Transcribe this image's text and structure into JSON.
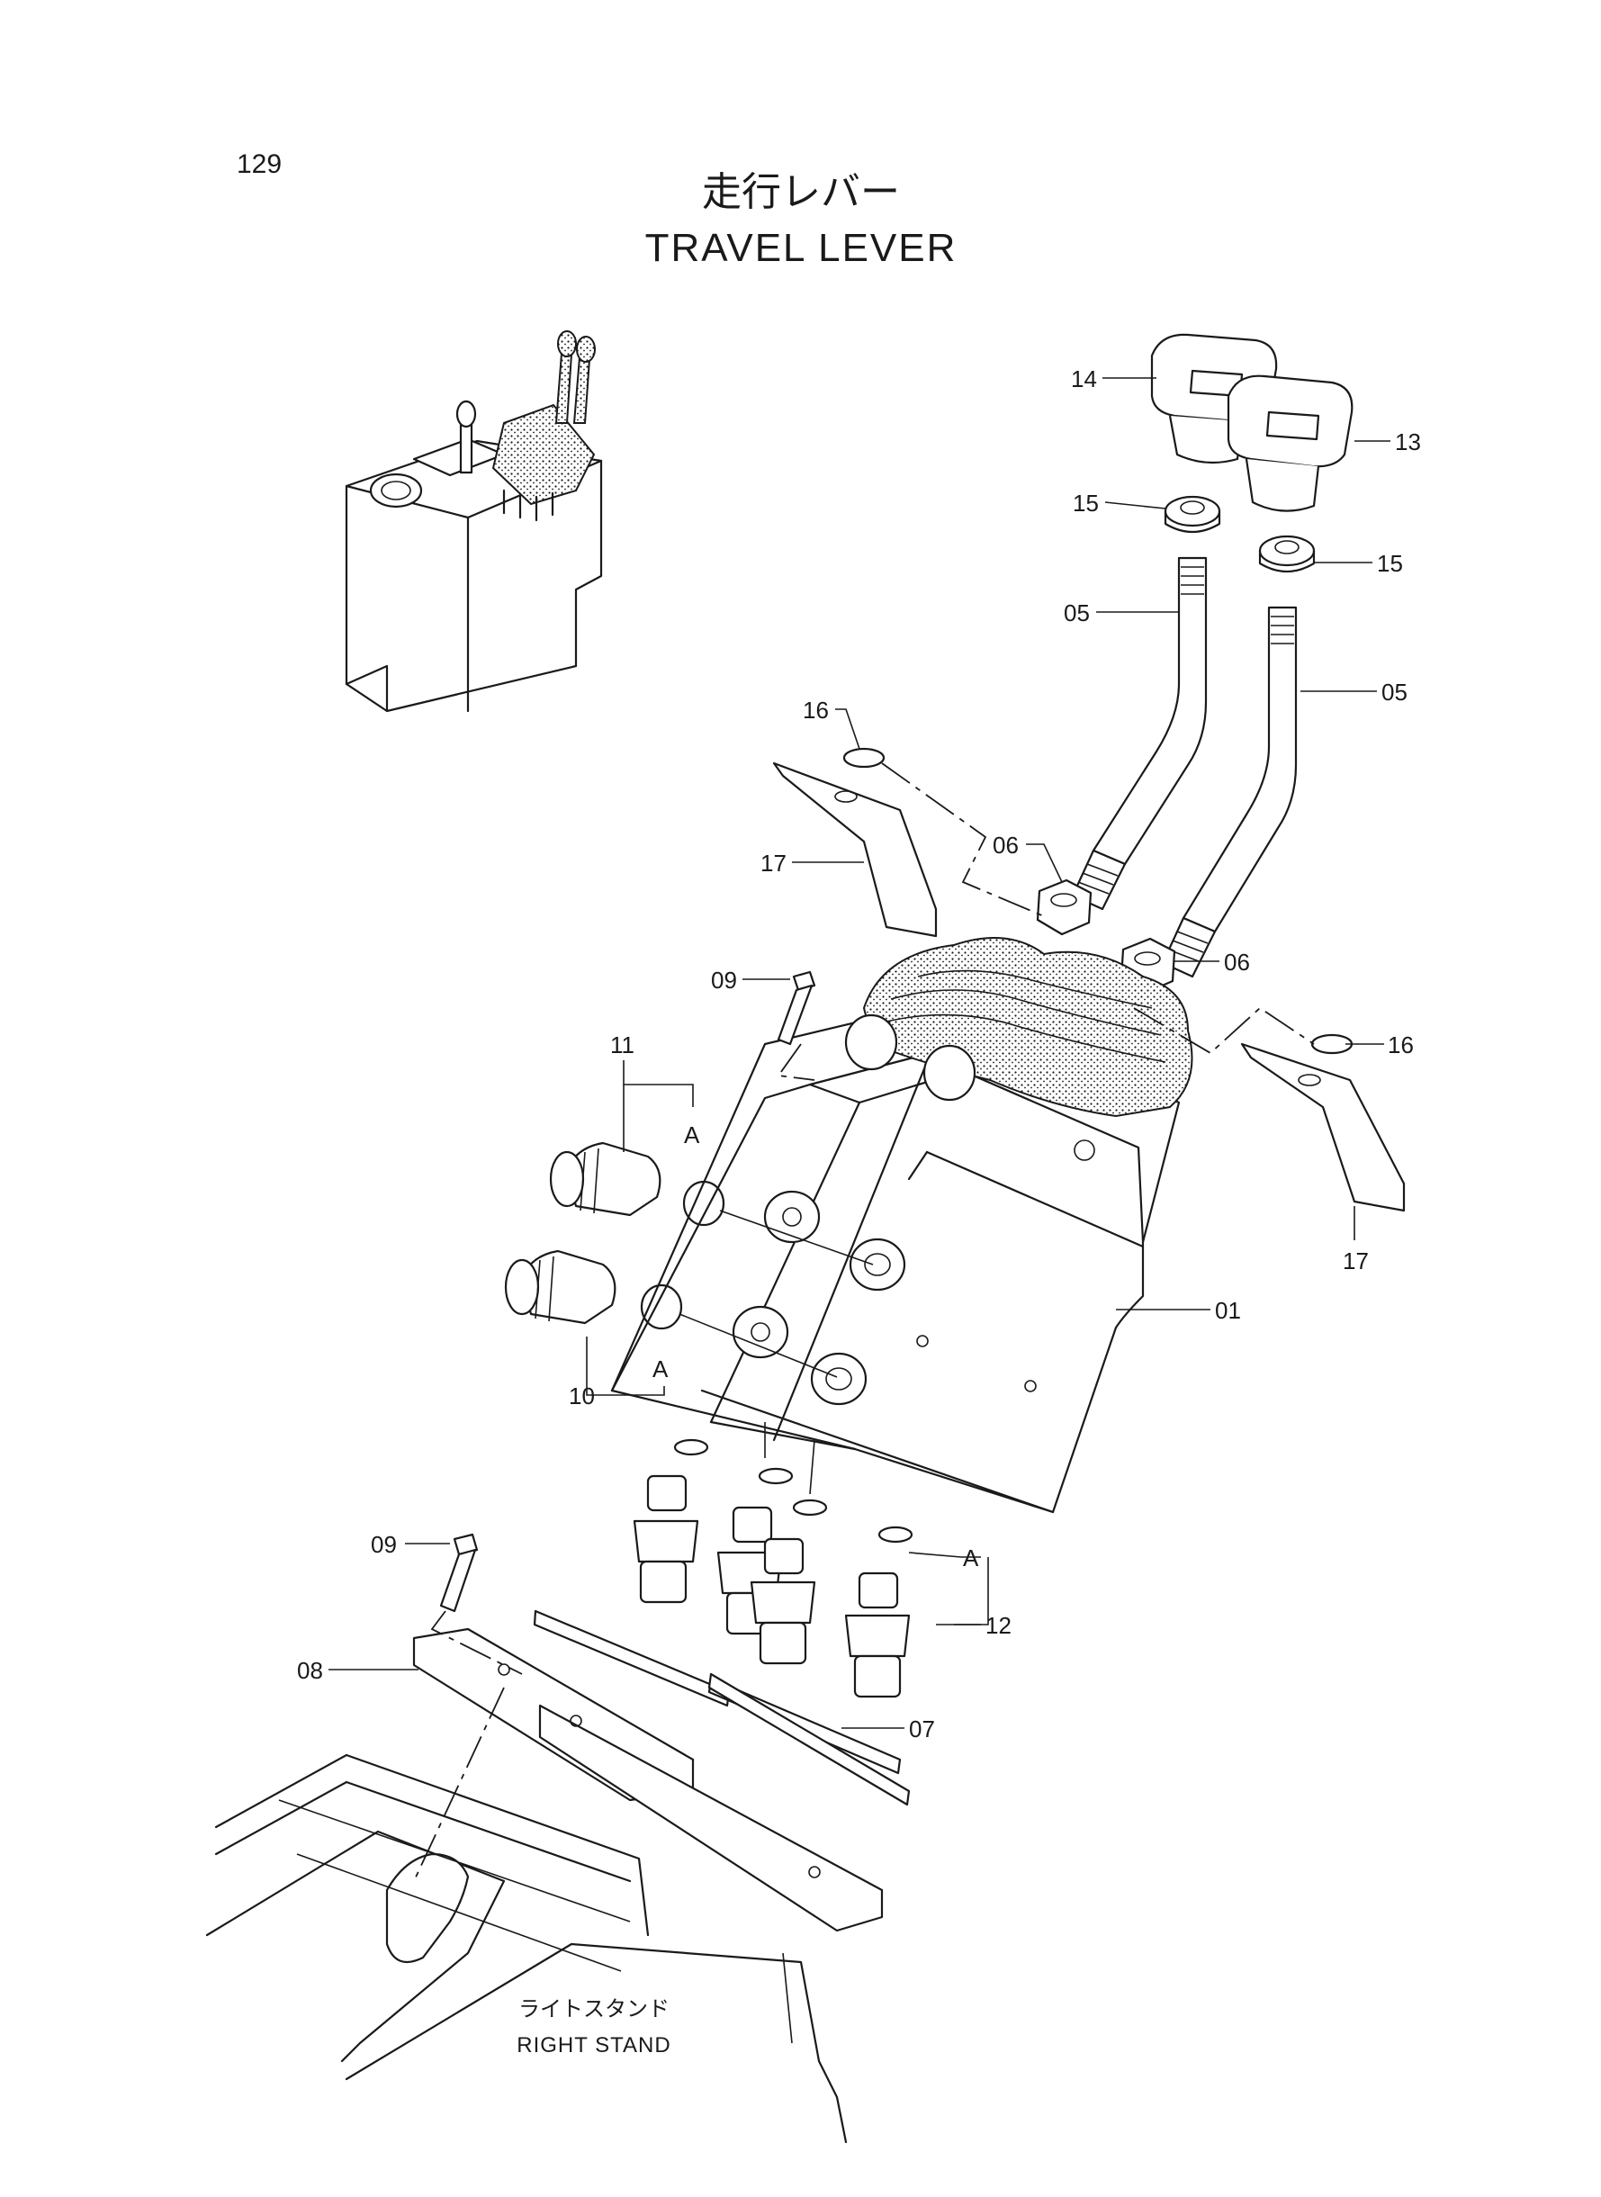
{
  "page_number": "129",
  "title_jp": "走行レバー",
  "title_en": "TRAVEL LEVER",
  "stand_label_jp": "ライトスタンド",
  "stand_label_en": "RIGHT STAND",
  "callouts": {
    "p14": "14",
    "p13": "13",
    "p15a": "15",
    "p15b": "15",
    "p05a": "05",
    "p05b": "05",
    "p16a": "16",
    "p16b": "16",
    "p17a": "17",
    "p17b": "17",
    "p06a": "06",
    "p06b": "06",
    "p09a": "09",
    "p09b": "09",
    "p11": "11",
    "p10": "10",
    "p01": "01",
    "p12": "12",
    "p08": "08",
    "p07": "07",
    "a1": "A",
    "a2": "A",
    "a3": "A"
  }
}
